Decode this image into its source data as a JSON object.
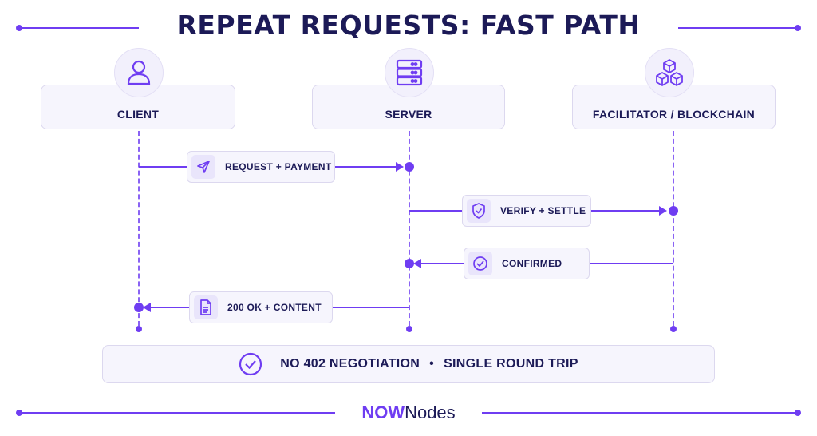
{
  "title": "REPEAT REQUESTS: FAST PATH",
  "actors": {
    "client": {
      "label": "CLIENT",
      "icon": "user-icon"
    },
    "server": {
      "label": "SERVER",
      "icon": "server-icon"
    },
    "facilitator": {
      "label": "FACILITATOR / BLOCKCHAIN",
      "icon": "blockchain-cubes-icon"
    }
  },
  "messages": {
    "request": {
      "label": "REQUEST + PAYMENT",
      "icon": "send-icon",
      "from": "client",
      "to": "server"
    },
    "verify": {
      "label": "VERIFY + SETTLE",
      "icon": "shield-check-icon",
      "from": "server",
      "to": "facilitator"
    },
    "confirmed": {
      "label": "CONFIRMED",
      "icon": "check-circle-icon",
      "from": "facilitator",
      "to": "server"
    },
    "response": {
      "label": "200 OK + CONTENT",
      "icon": "document-icon",
      "from": "server",
      "to": "client"
    }
  },
  "summary": {
    "part1": "NO 402 NEGOTIATION",
    "separator": "•",
    "part2": "SINGLE ROUND TRIP",
    "icon": "check-circle-icon"
  },
  "brand": {
    "bold": "NOW",
    "light": "Nodes"
  },
  "colors": {
    "accent": "#6f3df2",
    "text": "#1c1a57",
    "panel": "#f6f5fd"
  }
}
